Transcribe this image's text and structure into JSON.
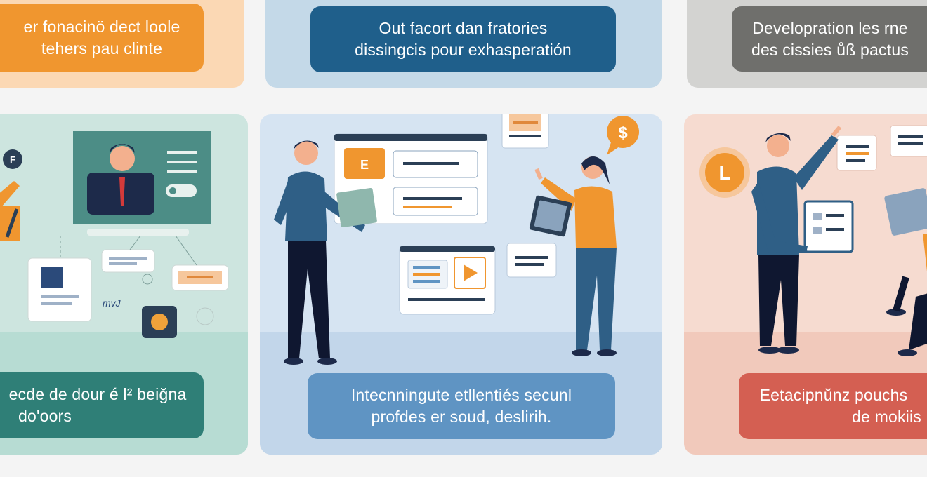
{
  "top_cards": [
    {
      "lines": [
        "er fonacinö dect loole",
        "tehers pau clinte"
      ],
      "panel_color": "#fbd8b4",
      "box_color": "#f0962f"
    },
    {
      "lines": [
        "Out facort dan fratories",
        "dissingcis pour exhasperatión"
      ],
      "panel_color": "#c4d9e8",
      "box_color": "#1f5f8b"
    },
    {
      "lines": [
        "Developration les rne",
        "des cissies ůß pactus"
      ],
      "panel_color": "#d3d3d1",
      "box_color": "#6f6f6c"
    }
  ],
  "bottom_cards": [
    {
      "lines": [
        "ecde de dour é l² beiğna",
        "do'oors"
      ],
      "panel_color": "#cde5df",
      "box_color": "#2f7f77",
      "accent": "#f0962f"
    },
    {
      "lines": [
        "Intecnningute etllentiés secunl",
        "profdes er soud, deslirih."
      ],
      "panel_color": "#d6e4f2",
      "box_color": "#5f94c3",
      "accent": "#f0962f"
    },
    {
      "lines": [
        "Eetacipnŭnz pouchs",
        "de mokiis"
      ],
      "panel_color": "#f6dbd0",
      "box_color": "#d45f52",
      "accent": "#f0962f"
    }
  ],
  "badges": {
    "card1_icon_letter": "F",
    "card1_tag": "mvJ",
    "card2_icon_letter": "E",
    "card2_coin": "$",
    "card3_icon_letter": "L"
  },
  "icons": [
    "presenter-video-icon",
    "gear-icon",
    "play-icon",
    "dollar-icon",
    "tablet-icon",
    "book-icon"
  ]
}
